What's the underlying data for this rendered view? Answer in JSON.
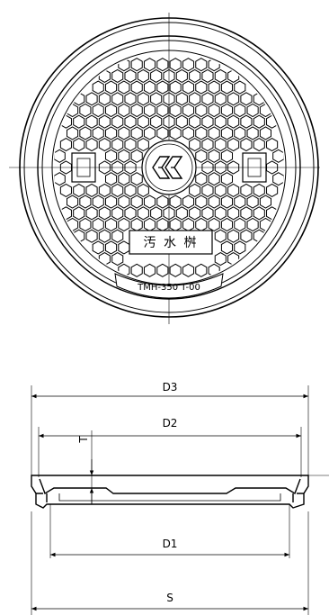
{
  "cover": {
    "label": "汚 水 桝",
    "model": "TMH-350  T-00"
  },
  "dimensions": {
    "d3": "D3",
    "d2": "D2",
    "t": "T",
    "d1": "D1",
    "s": "S"
  },
  "colors": {
    "line": "#000000",
    "background": "#ffffff"
  }
}
